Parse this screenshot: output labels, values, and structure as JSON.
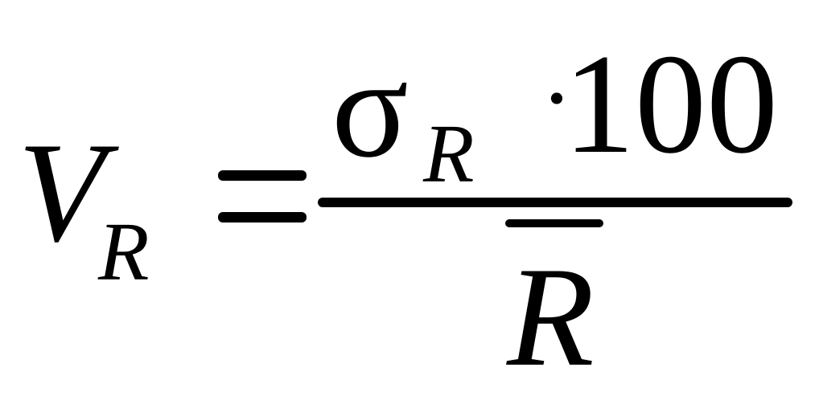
{
  "formula": {
    "lhs": {
      "symbol": "V",
      "subscript": "R"
    },
    "equals": "=",
    "numerator": {
      "symbol": "σ",
      "subscript": "R",
      "operator": "·",
      "value": "100"
    },
    "denominator": {
      "symbol": "R",
      "overline": true
    }
  }
}
